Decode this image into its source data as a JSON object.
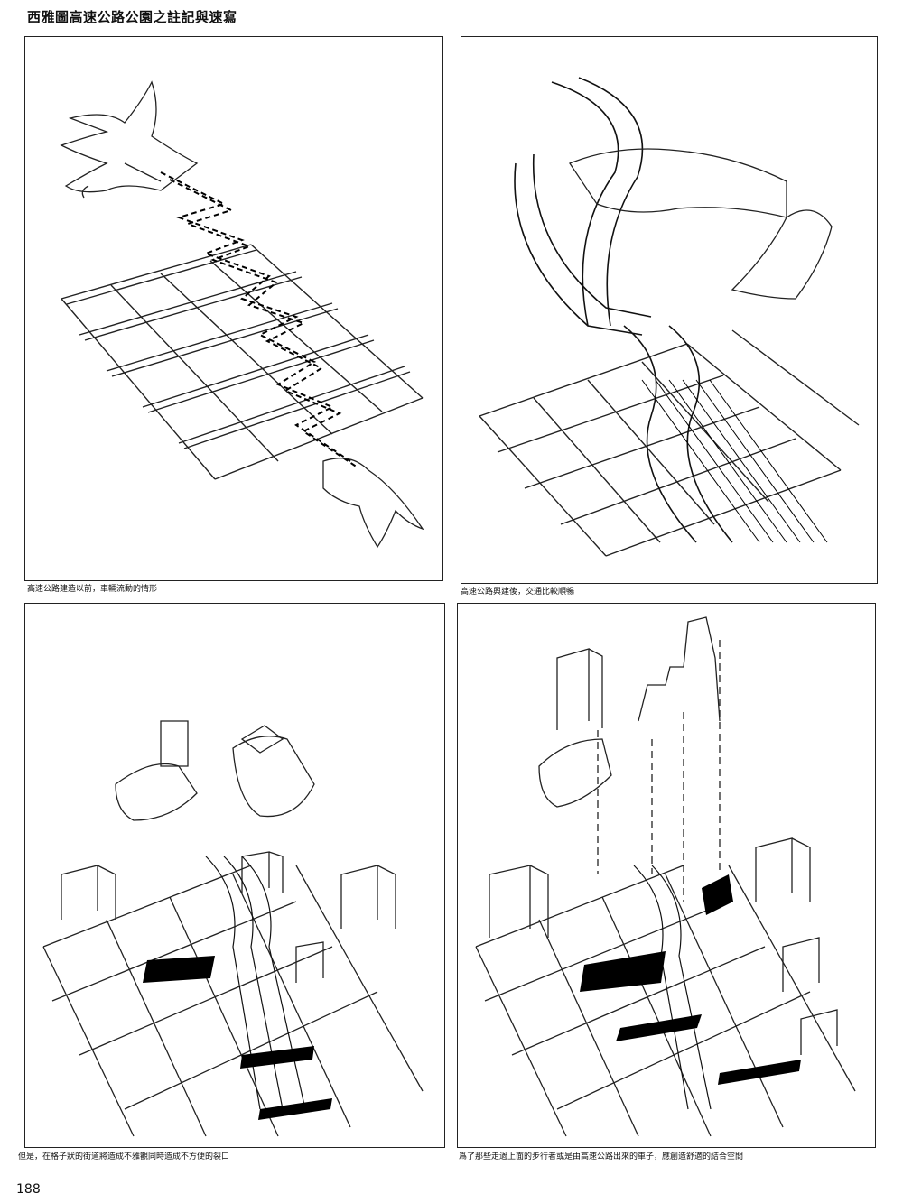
{
  "page": {
    "title": "西雅圖高速公路公園之註記與速寫",
    "page_number": "188"
  },
  "panels": [
    {
      "caption": "高速公路建造以前，車輛流動的情形"
    },
    {
      "caption": "高速公路興建後，交通比較順暢"
    },
    {
      "caption": "但是，在格子狀的街道將造成不雅觀同時造成不方便的裂口"
    },
    {
      "caption": "爲了那些走過上面的步行者或是由高速公路出來的車子，應創造舒適的結合空間"
    }
  ]
}
